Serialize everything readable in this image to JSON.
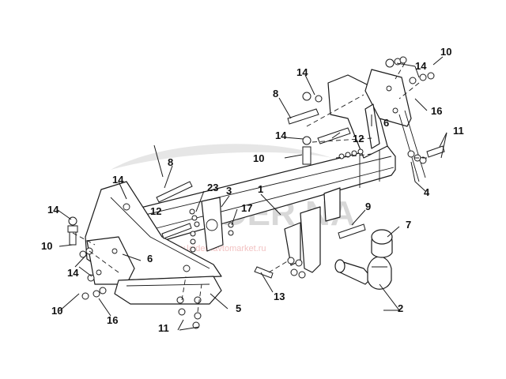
{
  "watermark": {
    "brand": "LAIDER NA",
    "sub": "www.laidernavtomarket.ru"
  },
  "callouts": [
    "1",
    "2",
    "3",
    "4",
    "5",
    "6",
    "7",
    "8",
    "9",
    "10",
    "11",
    "12",
    "13",
    "14",
    "16",
    "17",
    "23"
  ],
  "colors": {
    "line": "#1a1a1a",
    "watermark": "#d8d8d8",
    "watermark_sub": "#f2c2c2"
  }
}
